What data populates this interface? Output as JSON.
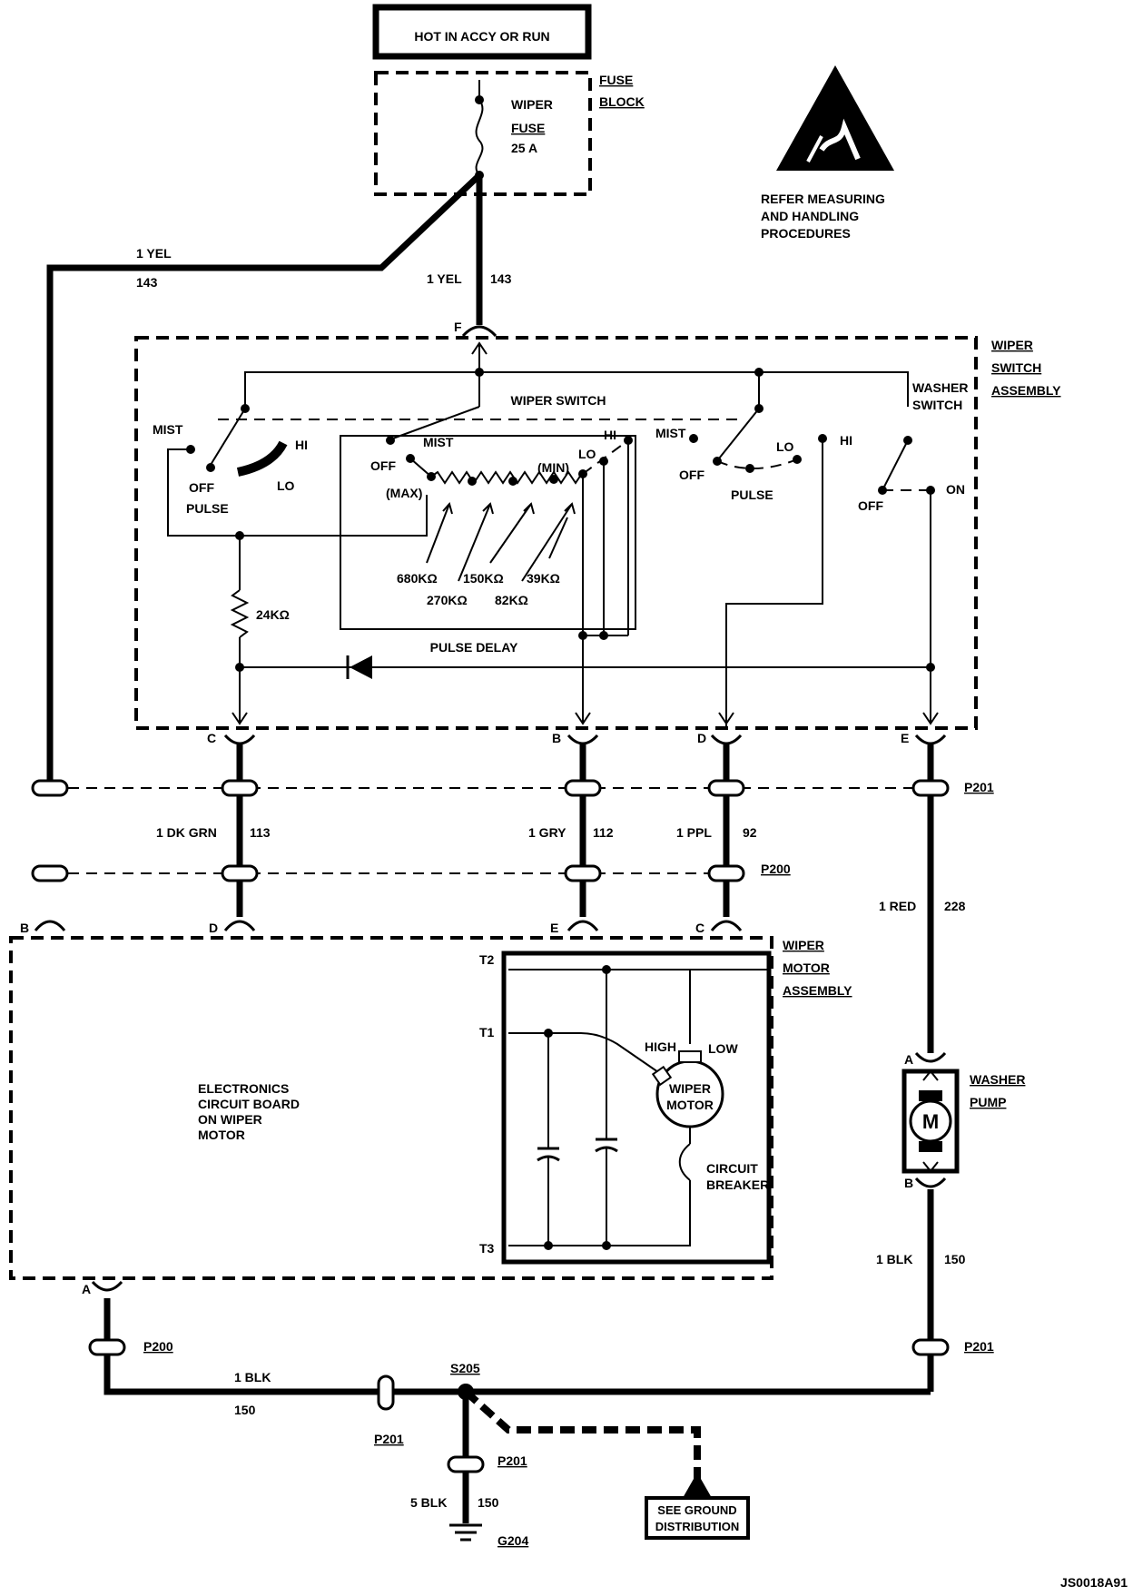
{
  "power": {
    "source_label": "HOT IN ACCY OR RUN"
  },
  "fuse_block": {
    "label_line1": "FUSE",
    "label_line2": "BLOCK",
    "fuse_name_line1": "WIPER",
    "fuse_name_line2": "FUSE",
    "rating": "25 A"
  },
  "esd_notice": {
    "line1": "REFER MEASURING",
    "line2": "AND HANDLING",
    "line3": "PROCEDURES"
  },
  "wires": {
    "left_feed": {
      "gauge_color": "1 YEL",
      "circuit": "143"
    },
    "center_feed": {
      "gauge_color": "1 YEL",
      "circuit": "143"
    },
    "c_wire": {
      "gauge_color": "1 DK GRN",
      "circuit": "113"
    },
    "b_wire": {
      "gauge_color": "1 GRY",
      "circuit": "112"
    },
    "d_wire": {
      "gauge_color": "1 PPL",
      "circuit": "92"
    },
    "washer_feed": {
      "gauge_color": "1 RED",
      "circuit": "228"
    },
    "pump_ground": {
      "gauge_color": "1 BLK",
      "circuit": "150"
    },
    "motor_ground": {
      "gauge_color": "1 BLK",
      "circuit": "150"
    },
    "main_ground": {
      "gauge_color": "5 BLK",
      "circuit": "150"
    }
  },
  "wiper_switch_assembly": {
    "label_line1": "WIPER",
    "label_line2": "SWITCH",
    "label_line3": "ASSEMBLY",
    "wiper_switch": "WIPER SWITCH",
    "washer_switch_line1": "WASHER",
    "washer_switch_line2": "SWITCH",
    "pulse_delay": "PULSE DELAY",
    "resistor_24k": "24KΩ",
    "resistors": [
      "680KΩ",
      "270KΩ",
      "150KΩ",
      "82KΩ",
      "39KΩ"
    ],
    "positions": {
      "mist": "MIST",
      "off": "OFF",
      "pulse": "PULSE",
      "lo": "LO",
      "hi": "HI",
      "max": "(MAX)",
      "min": "(MIN)",
      "on": "ON"
    },
    "connector_f": "F"
  },
  "connectors": {
    "c": "C",
    "b": "B",
    "d": "D",
    "e": "E",
    "a": "A",
    "t1": "T1",
    "t2": "T2",
    "t3": "T3",
    "p200": "P200",
    "p201": "P201",
    "s205": "S205",
    "g204": "G204"
  },
  "wiper_motor_assembly": {
    "label_line1": "WIPER",
    "label_line2": "MOTOR",
    "label_line3": "ASSEMBLY",
    "board_line1": "ELECTRONICS",
    "board_line2": "CIRCUIT BOARD",
    "board_line3": "ON WIPER",
    "board_line4": "MOTOR",
    "high": "HIGH",
    "low": "LOW",
    "motor_line1": "WIPER",
    "motor_line2": "MOTOR",
    "breaker_line1": "CIRCUIT",
    "breaker_line2": "BREAKER"
  },
  "washer_pump": {
    "label_line1": "WASHER",
    "label_line2": "PUMP",
    "motor_symbol": "M"
  },
  "ground": {
    "see_line1": "SEE GROUND",
    "see_line2": "DISTRIBUTION"
  },
  "figure_id": "JS0018A91"
}
